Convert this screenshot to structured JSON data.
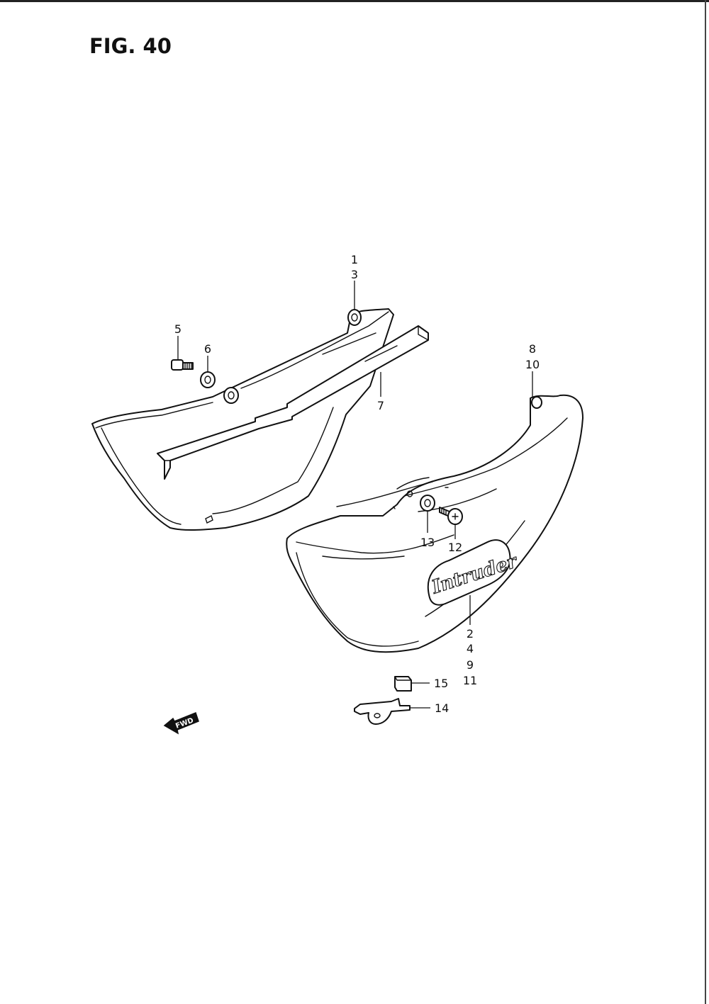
{
  "figure": {
    "title": "FIG. 40"
  },
  "callouts": [
    {
      "id": "c1",
      "label": "1"
    },
    {
      "id": "c3",
      "label": "3"
    },
    {
      "id": "c5",
      "label": "5"
    },
    {
      "id": "c6",
      "label": "6"
    },
    {
      "id": "c7",
      "label": "7"
    },
    {
      "id": "c8",
      "label": "8"
    },
    {
      "id": "c10",
      "label": "10"
    },
    {
      "id": "c13",
      "label": "13"
    },
    {
      "id": "c12",
      "label": "12"
    },
    {
      "id": "c2",
      "label": "2"
    },
    {
      "id": "c4",
      "label": "4"
    },
    {
      "id": "c9",
      "label": "9"
    },
    {
      "id": "c11",
      "label": "11"
    },
    {
      "id": "c15",
      "label": "15"
    },
    {
      "id": "c14",
      "label": "14"
    }
  ],
  "direction_marker": {
    "label": "FWD",
    "icon": "forward-arrow-icon"
  },
  "emblem": {
    "text": "Intruder"
  }
}
